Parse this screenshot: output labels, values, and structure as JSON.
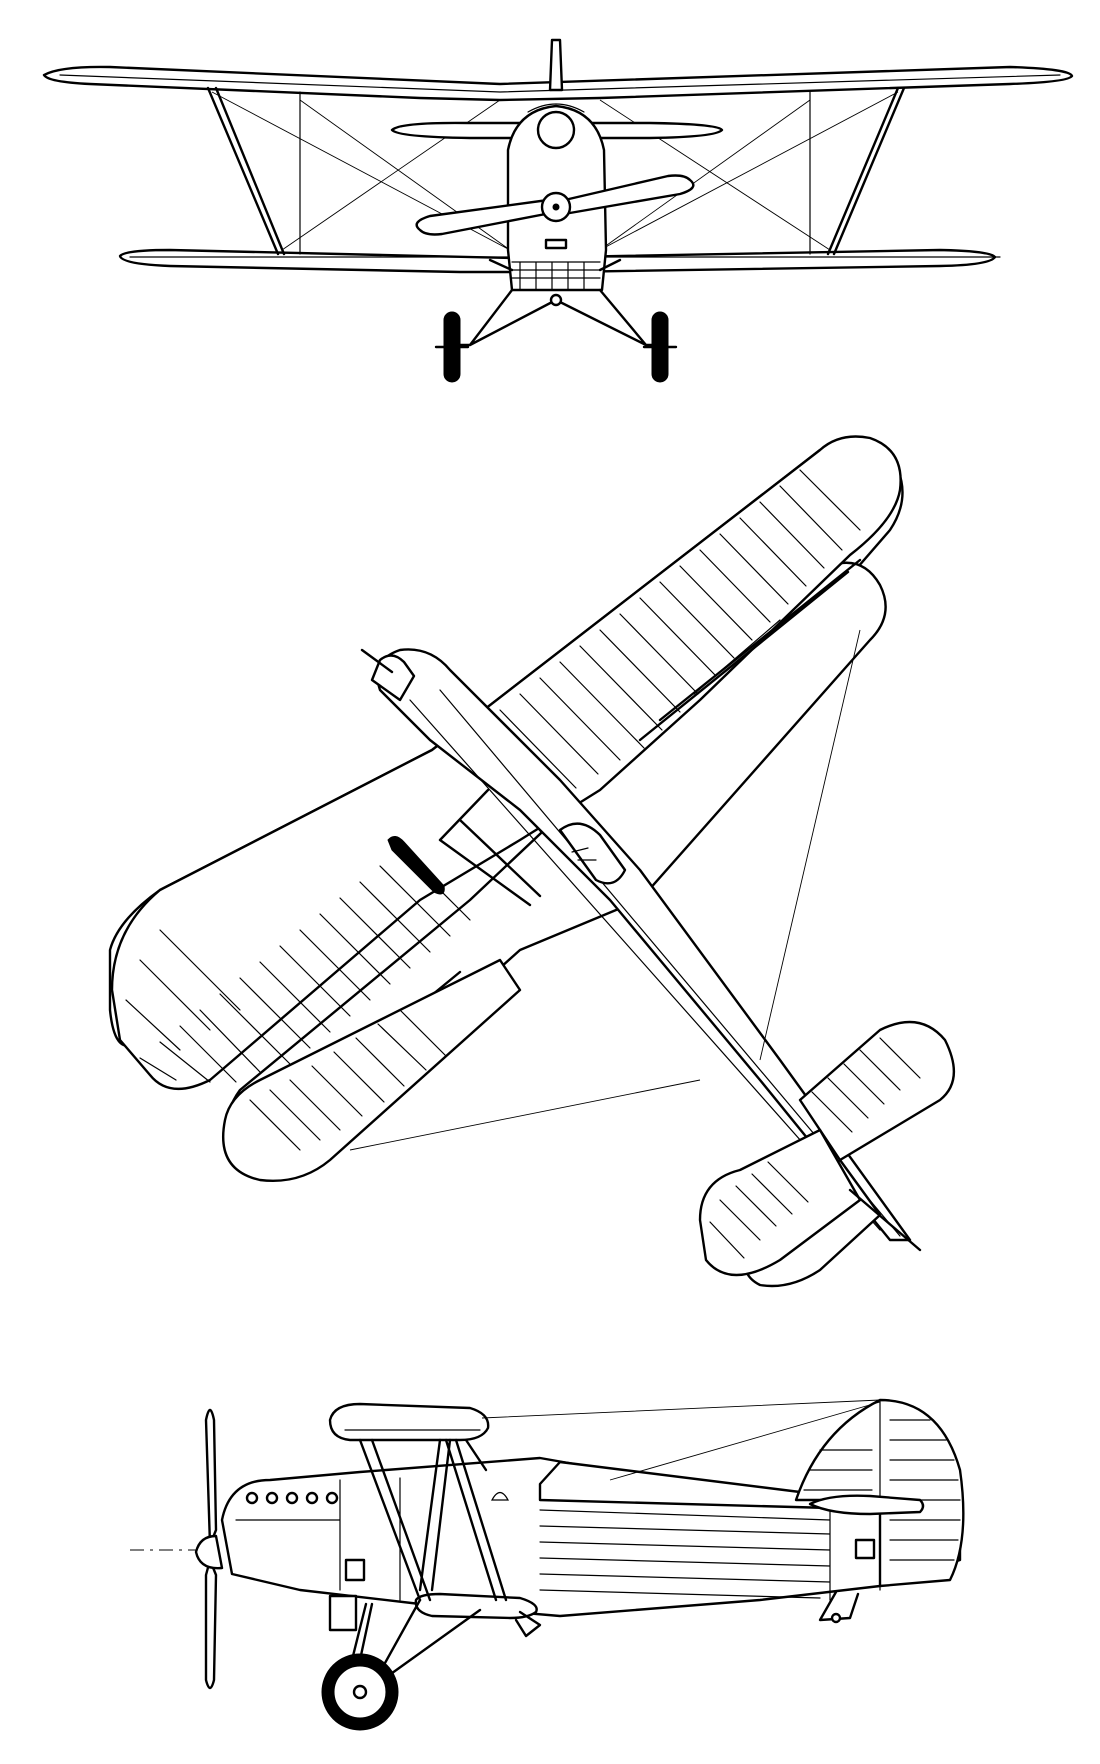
{
  "drawing": {
    "subject": "biplane-three-view",
    "views": [
      "front-view",
      "plan-view",
      "side-view"
    ],
    "colors": {
      "line": "#000000",
      "background": "#ffffff"
    }
  }
}
